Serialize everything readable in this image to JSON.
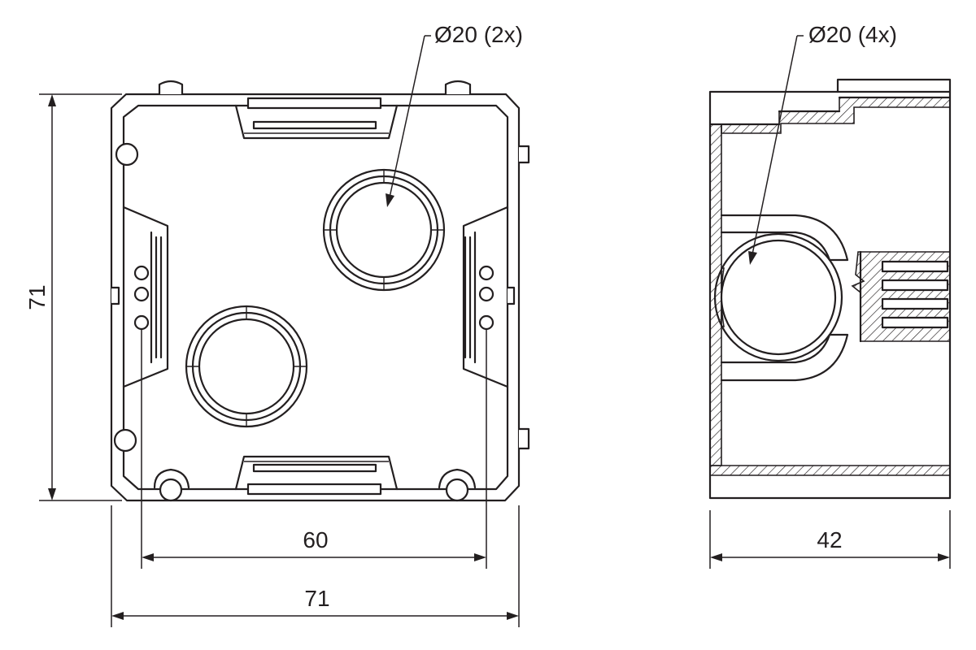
{
  "front_view": {
    "callout": "Ø20 (2x)",
    "dim_height": "71",
    "dim_inner_width": "60",
    "dim_outer_width": "71"
  },
  "side_view": {
    "callout": "Ø20 (4x)",
    "dim_depth": "42"
  },
  "colors": {
    "line": "#231f20",
    "background": "#ffffff"
  }
}
